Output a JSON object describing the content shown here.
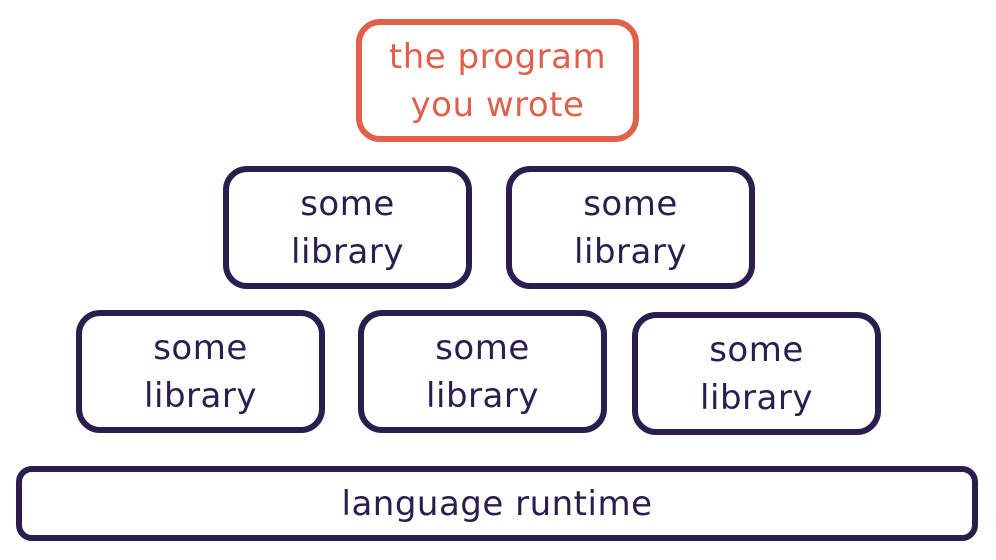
{
  "colors": {
    "accent": "#e0604c",
    "stroke": "#2b1d4e",
    "background": "#ffffff"
  },
  "diagram": {
    "top": {
      "label": "the program\nyou wrote"
    },
    "middle_row": [
      {
        "label": "some\nlibrary"
      },
      {
        "label": "some\nlibrary"
      }
    ],
    "lower_row": [
      {
        "label": "some\nlibrary"
      },
      {
        "label": "some\nlibrary"
      },
      {
        "label": "some\nlibrary"
      }
    ],
    "base": {
      "label": "language runtime"
    }
  }
}
